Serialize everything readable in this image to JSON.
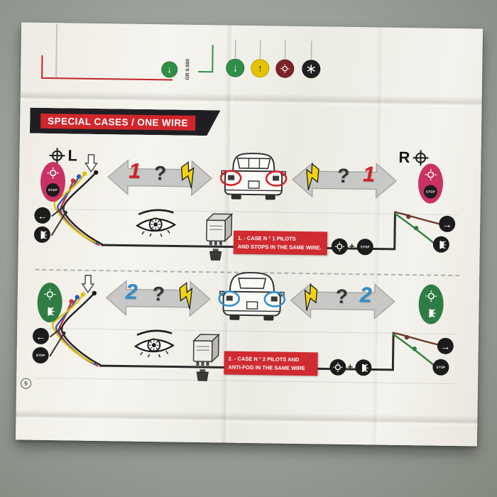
{
  "banner": {
    "title": "SPECIAL CASES / ONE WIRE"
  },
  "top_strip": {
    "gr_label": "GR 0.500"
  },
  "side_labels": {
    "left": "L",
    "right": "R"
  },
  "stop_label": "STOP",
  "plus_label": "+",
  "question_mark": "?",
  "icons": {
    "down_arrow_glyph": "↓",
    "up_arrow_glyph": "↑",
    "turn_left_glyph": "←",
    "turn_right_glyph": "→"
  },
  "cases": [
    {
      "number": "1",
      "note_line1": "1. - CASE N ° 1 PILOTS",
      "note_line2": "AND STOPS IN THE SAME WIRE."
    },
    {
      "number": "2",
      "note_line1": "2. - CASE N ° 2 PILOTS AND",
      "note_line2": "ANTI-FOG IN THE SAME WIRE"
    }
  ],
  "footer": {
    "page_mark": "5"
  },
  "colors": {
    "desk": "#9aa09a",
    "paper": "#f3f1ea",
    "banner_black": "#1f1f23",
    "banner_red": "#d0272c",
    "case1_accent": "#d42027",
    "case2_accent": "#2f8fc9",
    "pink_badge": "#c93263",
    "green_badge": "#2f7d44",
    "arrow_gray": "#c8c8c6",
    "lightning_yellow": "#f0d413",
    "wire_red": "#cf2f2a",
    "wire_blue": "#2b58c0",
    "wire_yellow": "#e0c000",
    "wire_black": "#1f1f1f",
    "wire_green": "#2e7d3a",
    "wire_brown": "#70382c"
  }
}
